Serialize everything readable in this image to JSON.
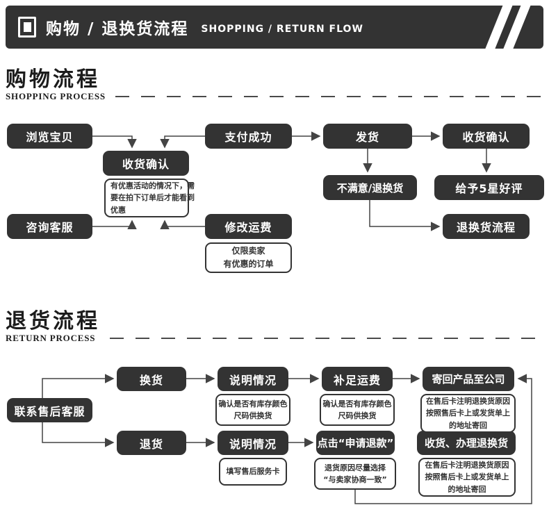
{
  "header": {
    "title_cn": "购物 / 退换货流程",
    "title_en": "SHOPPING / RETURN FLOW"
  },
  "shopping": {
    "title_cn": "购物流程",
    "title_en": "SHOPPING PROCESS",
    "nodes": {
      "browse": "浏览宝贝",
      "order_confirm": "收货确认",
      "pay_success": "支付成功",
      "ship": "发货",
      "receipt_confirm": "收货确认",
      "unsatisfied": "不满意/退换货",
      "five_star": "给予5星好评",
      "consult": "咨询客服",
      "modify_fee": "修改运费",
      "return_flow": "退换货流程"
    },
    "notes": {
      "discount_lines": [
        "有优惠活动的情况下，需",
        "要在拍下订单后才能看到",
        "优惠"
      ],
      "seller_only_lines": [
        "仅限卖家",
        "有优惠的订单"
      ]
    }
  },
  "returns": {
    "title_cn": "退货流程",
    "title_en": "RETURN PROCESS",
    "nodes": {
      "contact": "联系售后客服",
      "exchange": "换货",
      "explain_top": "说明情况",
      "top_up_fee": "补足运费",
      "send_back": "寄回产品至公司",
      "refund": "退货",
      "explain_bottom": "说明情况",
      "click_refund": "点击“申请退款”",
      "receive_handle": "收货、办理退换货"
    },
    "notes": {
      "stock_top_lines": [
        "确认是否有库存颜色",
        "尺码供换货"
      ],
      "stock_fee_lines": [
        "确认是否有库存颜色",
        "尺码供换货"
      ],
      "sendback_lines": [
        "在售后卡注明退换货原因",
        "按照售后卡上或发货单上",
        "的地址寄回"
      ],
      "service_card": "填写售后服务卡",
      "reason_lines": [
        "退货原因尽量选择",
        "“与卖家协商一致”"
      ],
      "receive_lines": [
        "在售后卡注明退换货原因",
        "按照售后卡上或发货单上",
        "的地址寄回"
      ]
    }
  },
  "colors": {
    "box_bg": "#333333",
    "box_text": "#ffffff",
    "connector": "#444444"
  }
}
